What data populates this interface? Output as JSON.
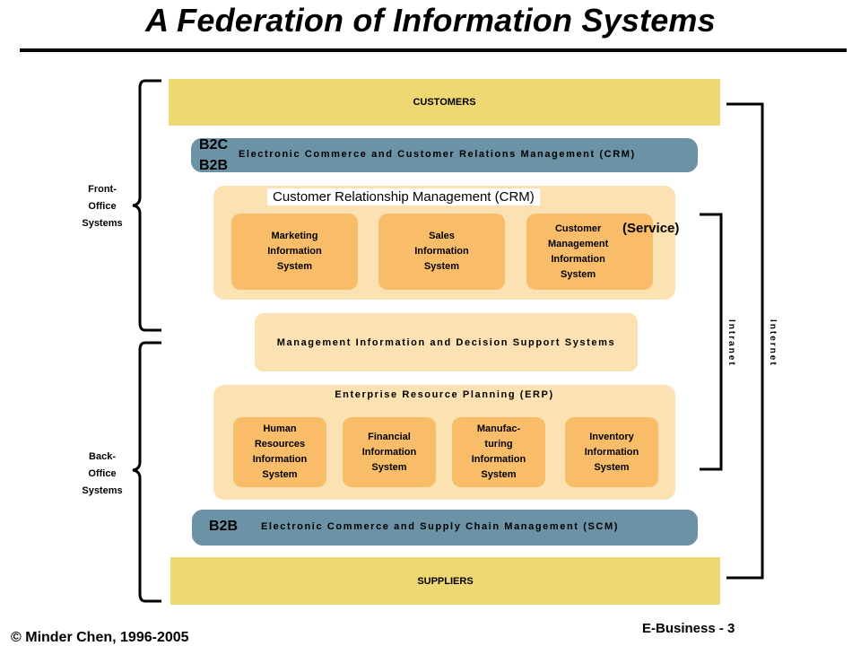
{
  "title": "A Federation of Information Systems",
  "customers": "CUSTOMERS",
  "suppliers": "SUPPLIERS",
  "crm_band": {
    "labels": [
      "B2C",
      "B2B"
    ],
    "text": "Electronic Commerce and Customer Relations Management (CRM)"
  },
  "crm_group": {
    "tag": "Customer Relationship Management (CRM)",
    "service": "(Service)",
    "systems": [
      "Marketing\nInformation\nSystem",
      "Sales\nInformation\nSystem",
      "Customer\nManagement\nInformation\nSystem"
    ]
  },
  "mis": "Management Information and Decision Support Systems",
  "erp_group": {
    "title": "Enterprise Resource Planning (ERP)",
    "systems": [
      "Human\nResources\nInformation\nSystem",
      "Financial\nInformation\nSystem",
      "Manufac-\nturing\nInformation\nSystem",
      "Inventory\nInformation\nSystem"
    ]
  },
  "scm_band": {
    "label": "B2B",
    "text": "Electronic Commerce and Supply Chain Management (SCM)"
  },
  "side_labels": {
    "front_office": "Front-\nOffice\nSystems",
    "back_office": "Back-\nOffice\nSystems"
  },
  "right_labels": {
    "intranet": "Intranet",
    "internet": "Internet"
  },
  "footer": {
    "copyright": "© Minder Chen, 1996-2005",
    "page": "E-Business - 3"
  },
  "colors": {
    "yellow_band": "#eed873",
    "blue_band": "#6b93a5",
    "peach_group": "#fce1b2",
    "orange_box": "#f9bd6a"
  }
}
